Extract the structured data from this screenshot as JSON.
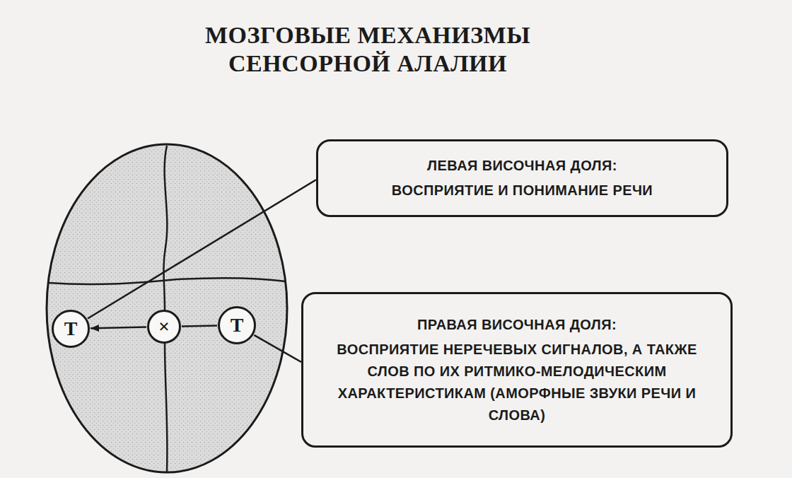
{
  "diagram": {
    "title": "МОЗГОВЫЕ МЕХАНИЗМЫ СЕНСОРНОЙ АЛАЛИИ",
    "nodes": [
      {
        "text": [
          "ЛЕВАЯ ВИСОЧНАЯ ДОЛЯ:",
          "ВОСПРИЯТИЕ И ПОНИМАНИЕ РЕЧИ"
        ]
      },
      {
        "text": [
          "Т"
        ]
      },
      {
        "text": [
          "×"
        ]
      },
      {
        "text": [
          "Т"
        ]
      },
      {
        "text": [
          "ПРАВАЯ ВИСОЧНАЯ ДОЛЯ:",
          "ВОСПРИЯТИЕ НЕРЕЧЕВЫХ СИГНАЛОВ, А ТАКЖЕ СЛОВ ПО ИХ РИТМИКО-МЕЛОДИЧЕСКИМ ХАРАКТЕРИСТИКАМ (АМОРФНЫЕ ЗВУКИ РЕЧИ И СЛОВА)"
        ]
      }
    ],
    "edges": [
      {
        "from": 2,
        "to": 1,
        "arrow": "to"
      },
      {
        "from": 2,
        "to": 3,
        "arrow": "none"
      },
      {
        "from": 0,
        "to": 1,
        "arrow": "none"
      },
      {
        "from": 3,
        "to": 4,
        "arrow": "none"
      }
    ]
  }
}
